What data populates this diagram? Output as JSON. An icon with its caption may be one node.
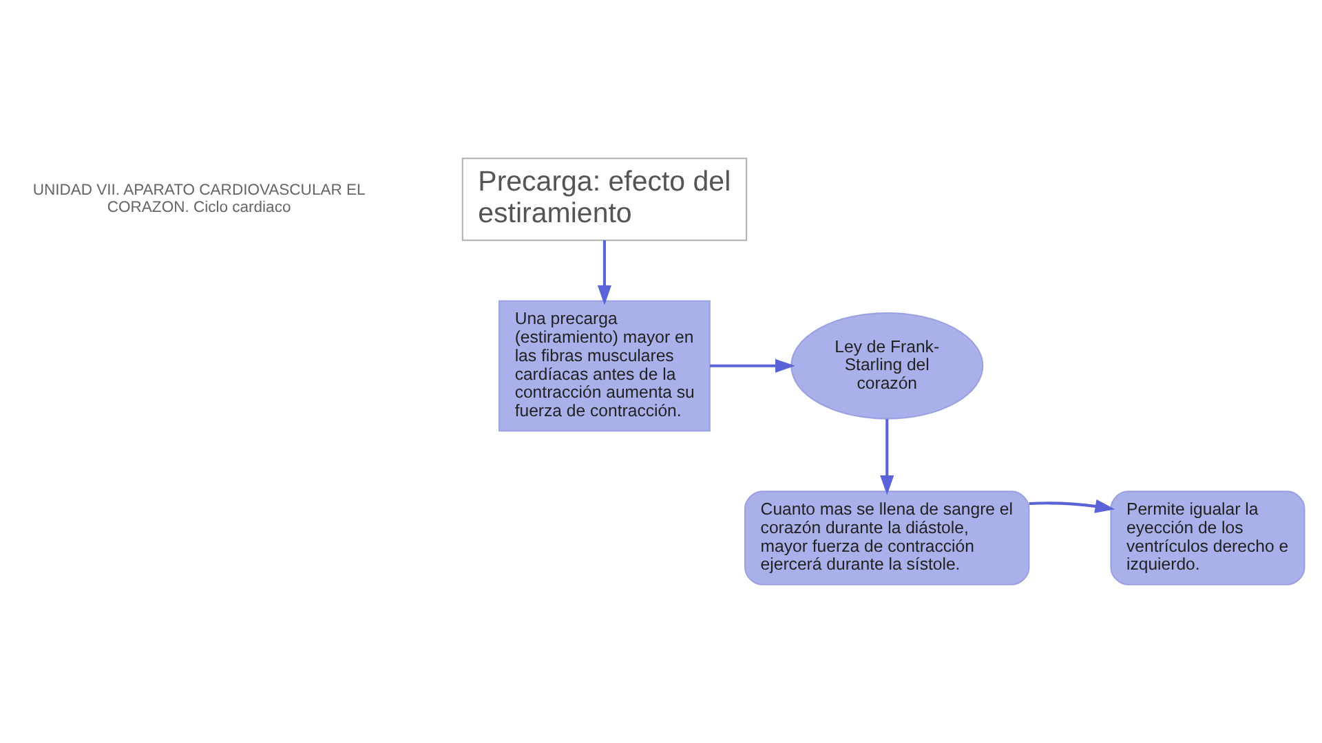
{
  "diagram": {
    "nodes": [
      {
        "text": [
          "Precarga: efecto del estiramiento"
        ]
      },
      {
        "text": [
          "Una precarga (estiramiento) mayor en las fibras musculares cardíacas antes de la contracción aumenta su fuerza de contracción."
        ]
      },
      {
        "text": [
          "Ley de Frank-Starling del corazón"
        ]
      },
      {
        "text": [
          "Cuanto mas se llena de sangre el corazón durante la diástole, mayor fuerza de contracción ejercerá durante la sístole."
        ]
      },
      {
        "text": [
          "Permite igualar la eyección de los ventrículos derecho e izquierdo."
        ]
      }
    ],
    "edges": [
      {
        "from": 0,
        "to": 1,
        "arrow": "to"
      },
      {
        "from": 1,
        "to": 2,
        "arrow": "to"
      },
      {
        "from": 2,
        "to": 3,
        "arrow": "to"
      },
      {
        "from": 3,
        "to": 4,
        "arrow": "to"
      }
    ],
    "labels": [
      "UNIDAD VII. APARATO CARDIOVASCULAR EL CORAZON. Ciclo cardiaco"
    ]
  }
}
